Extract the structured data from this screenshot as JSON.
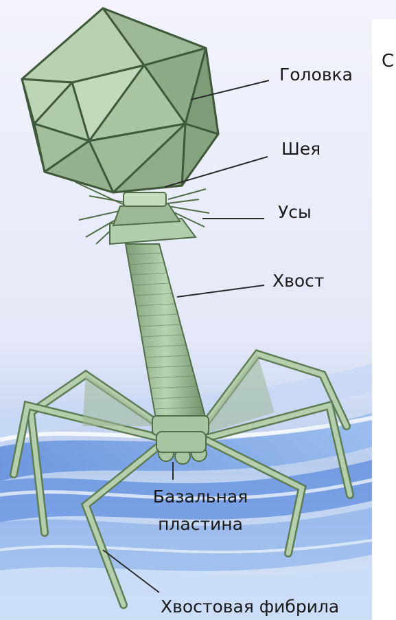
{
  "labels": {
    "head": "Головка",
    "neck": "Шея",
    "whiskers": "Усы",
    "tail": "Хвост",
    "base_plate_line1": "Базальная",
    "base_plate_line2": "пластина",
    "tail_fiber": "Хвостовая фибрила",
    "panel_letter": "С"
  },
  "colors": {
    "virus_fill": "#a7c4a0",
    "virus_dark": "#6f8f68",
    "virus_stroke": "#3f5a3a",
    "background_top": "#eef0fb",
    "wave_blue": "#4a79d6"
  }
}
